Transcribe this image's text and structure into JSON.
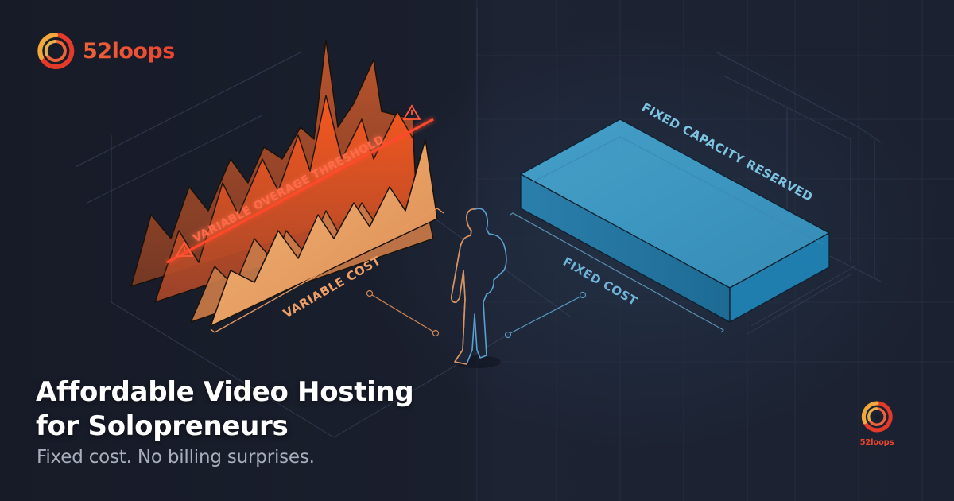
{
  "brand": {
    "name": "52loops",
    "badge_name": "52loops",
    "primary_color": "#e8452e",
    "secondary_color": "#f0a93a"
  },
  "headline": {
    "line1": "Affordable Video Hosting",
    "line2": "for Solopreneurs"
  },
  "tagline": "Fixed cost. No billing surprises.",
  "illustration": {
    "variable_side": {
      "threshold_label": "VARIABLE OVERAGE THRESHOLD",
      "axis_label": "VARIABLE COST",
      "warning_icon": "warning-triangle-icon",
      "color": "#f0a066",
      "threshold_color": "#ff4a2a"
    },
    "fixed_side": {
      "box_label": "FIXED CAPACITY RESERVED",
      "axis_label": "FIXED COST",
      "color": "#2e8fc0"
    },
    "figure": "person-silhouette"
  },
  "colors": {
    "background": "#181d2b",
    "headline": "#ffffff",
    "tagline": "#a9aebb",
    "grid": "#2a3246"
  }
}
